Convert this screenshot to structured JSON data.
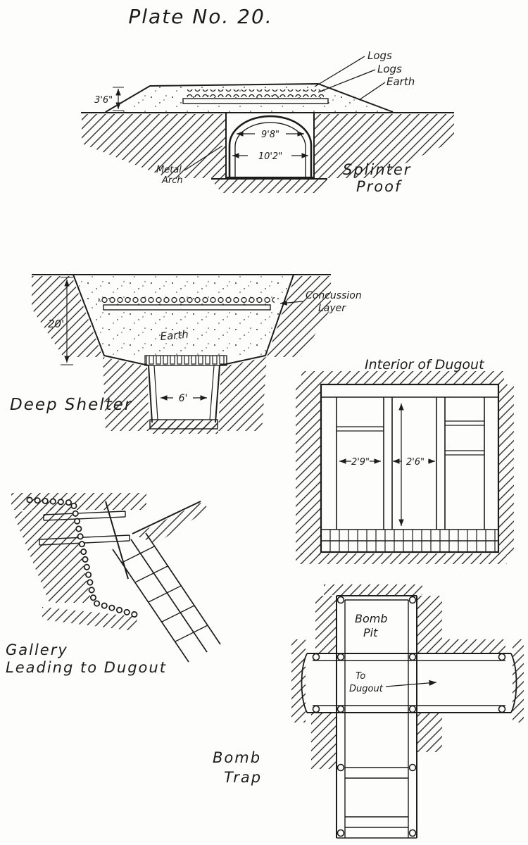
{
  "plate": {
    "title": "Plate No. 20."
  },
  "splinter_proof": {
    "caption_line1": "Splinter",
    "caption_line2": "Proof",
    "label_logs_top": "Logs",
    "label_logs_bottom": "Logs",
    "label_earth": "Earth",
    "dim_cover_height": "3'6\"",
    "dim_arch_inner_width": "9'8\"",
    "dim_arch_outer_width": "10'2\"",
    "label_metal_line1": "Metal",
    "label_metal_line2": "Arch"
  },
  "deep_shelter": {
    "caption": "Deep Shelter",
    "label_concussion_line1": "Concussion",
    "label_concussion_line2": "Layer",
    "label_earth": "Earth",
    "dim_depth": "20'",
    "dim_shaft_width": "6'"
  },
  "interior_dugout": {
    "title": "Interior of Dugout",
    "dim_left_bay": "2'9\"",
    "dim_center_bay": "2'6\""
  },
  "gallery": {
    "caption_line1": "Gallery",
    "caption_line2": "Leading to Dugout"
  },
  "bomb_trap": {
    "caption_line1": "Bomb",
    "caption_line2": "Trap",
    "label_pit_line1": "Bomb",
    "label_pit_line2": "Pit",
    "label_route_line1": "To",
    "label_route_line2": "Dugout"
  },
  "ink_color": "#1c1c1c",
  "paper_color": "#fdfdfb"
}
